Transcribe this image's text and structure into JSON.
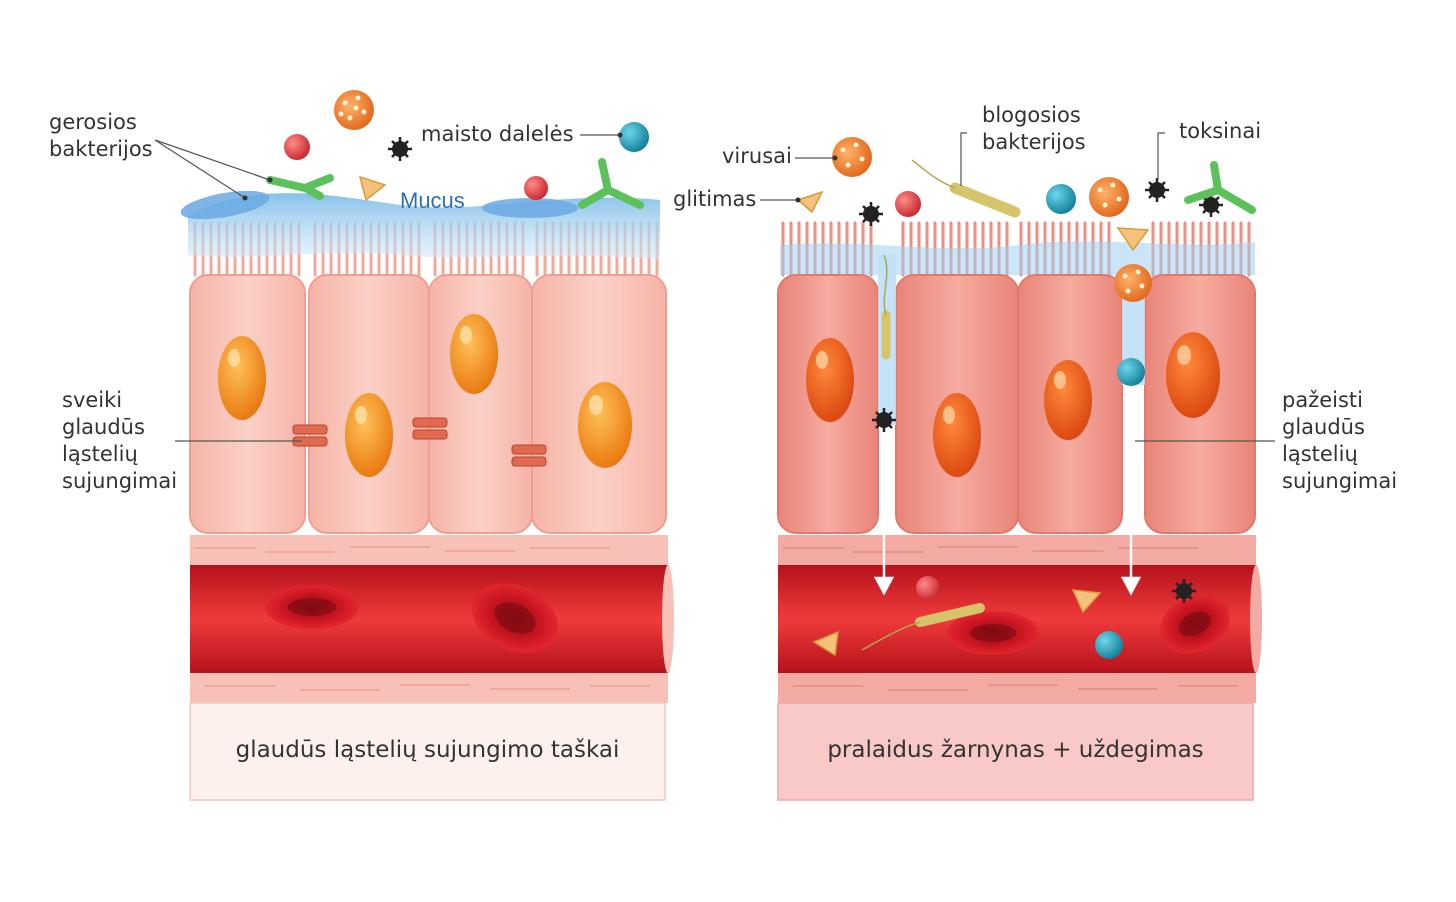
{
  "labels": {
    "good_bacteria": "gerosios\nbakterijos",
    "food_particles": "maisto dalelės",
    "mucus": "Mucus",
    "healthy_junctions": "sveiki\nglaudūs\nląstelių\nsujungimai",
    "virus": "virusai",
    "bad_bacteria": "blogosios\nbakterijos",
    "toxins": "toksinai",
    "gluten": "glitimas",
    "damaged_junctions": "pažeisti\nglaudūs\nląstelių\nsujungimai"
  },
  "captions": {
    "left": "glaudūs ląstelių sujungimo taškai",
    "right": "pralaidus žarnynas + uždegimas"
  },
  "colors": {
    "healthy_cell": "#f9c7bd",
    "inflamed_cell": "#f2a096",
    "nucleus": "#f7931e",
    "nucleus_inflamed": "#ef5a1c",
    "mucus": "#8fc8ef",
    "blood": "#e0242b",
    "virus": "#f08a3c",
    "toxin": "#222222",
    "teal_particle": "#1fa3c0",
    "red_particle": "#e5484d",
    "good_bacteria": "#6ccf6a",
    "bad_bacteria": "#d6c46a",
    "gluten": "#f4c27a"
  }
}
